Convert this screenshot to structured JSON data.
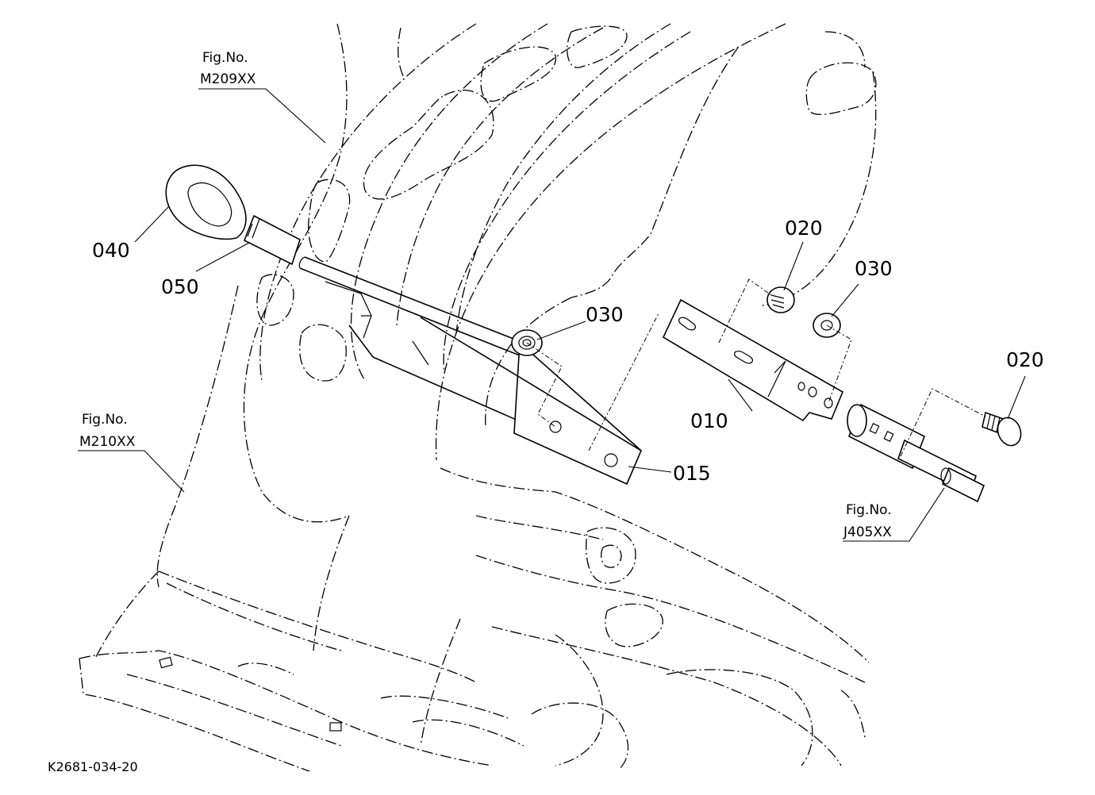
{
  "diagram": {
    "parts": [
      {
        "id": "part-010",
        "label": "010"
      },
      {
        "id": "part-015",
        "label": "015"
      },
      {
        "id": "part-020-a",
        "label": "020"
      },
      {
        "id": "part-020-b",
        "label": "020"
      },
      {
        "id": "part-030-a",
        "label": "030"
      },
      {
        "id": "part-030-b",
        "label": "030"
      },
      {
        "id": "part-040",
        "label": "040"
      },
      {
        "id": "part-050",
        "label": "050"
      }
    ],
    "figure_refs": [
      {
        "title": "Fig.No.",
        "code": "M209XX"
      },
      {
        "title": "Fig.No.",
        "code": "M210XX"
      },
      {
        "title": "Fig.No.",
        "code": "J405XX"
      }
    ],
    "drawing_code": "K2681-034-20"
  }
}
